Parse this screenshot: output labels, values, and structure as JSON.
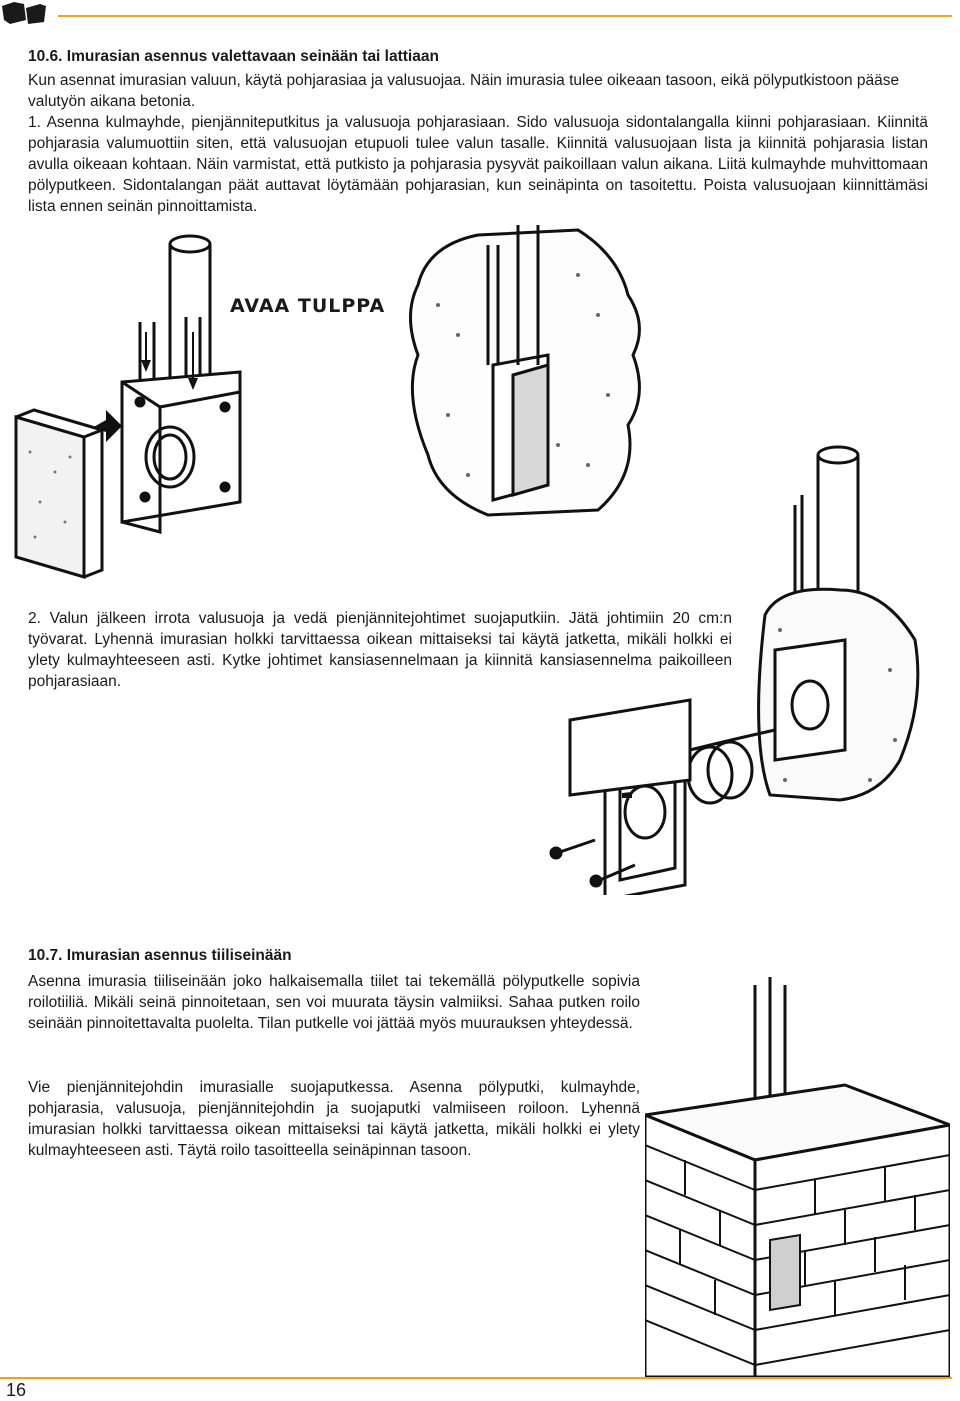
{
  "section_1": {
    "heading": "10.6. Imurasian asennus valettavaan seinään tai lattiaan",
    "intro": "Kun asennat imurasian valuun, käytä pohjarasiaa ja valusuojaa. Näin imurasia tulee oikeaan tasoon, eikä pölyputkistoon pääse valutyön aikana betonia.",
    "step_1": "1. Asenna kulmayhde, pienjänniteputkitus ja valusuoja pohjarasiaan. Sido valusuoja sidontalangalla kiinni pohjarasiaan. Kiinnitä pohjarasia valumuottiin siten, että valusuojan etupuoli tulee valun tasalle. Kiinnitä valusuojaan lista ja kiinnitä pohjarasia listan avulla oikeaan kohtaan. Näin varmistat, että putkisto ja pohjarasia pysyvät paikoillaan valun aikana. Liitä kulmayhde muhvittomaan pölyputkeen. Sidontalangan päät auttavat löytämään pohjarasian, kun seinäpinta on tasoitettu. Poista valusuojaan kiinnittämäsi lista ennen seinän pinnoittamista.",
    "figure_label": "AVAA TULPPA",
    "step_2": "2. Valun jälkeen irrota valusuoja ja vedä pienjännitejohtimet suojaputkiin. Jätä johtimiin 20 cm:n työvarat. Lyhennä imurasian holkki tarvittaessa oikean mittaiseksi tai käytä jatketta, mikäli holkki ei ylety kulmayhteeseen asti. Kytke johtimet kansiasennelmaan ja kiinnitä kansiasennelma paikoilleen pohjarasiaan."
  },
  "section_2": {
    "heading": "10.7. Imurasian asennus tiiliseinään",
    "para_1": "Asenna imurasia tiiliseinään joko halkaisemalla tiilet tai tekemällä pölyputkelle sopivia roilotiiliä. Mikäli seinä pinnoitetaan, sen voi muurata täysin valmiiksi. Sahaa putken roilo seinään pinnoitettavalta puolelta. Tilan putkelle voi jättää myös muurauksen yhteydessä.",
    "para_2": "Vie pienjännitejohdin imurasialle suojaputkessa. Asenna pölyputki, kulmayhde, pohjarasia, valusuoja, pienjännitejohdin ja suojaputki valmiiseen roiloon. Lyhennä imurasian holkki tarvittaessa oikean mittaiseksi tai käytä jatketta, mikäli holkki ei ylety kulmayhteeseen asti. Täytä roilo tasoitteella seinäpinnan tasoon."
  },
  "page_number": "16",
  "colors": {
    "accent": "#f0a020",
    "logo": "#1a1a1a"
  }
}
